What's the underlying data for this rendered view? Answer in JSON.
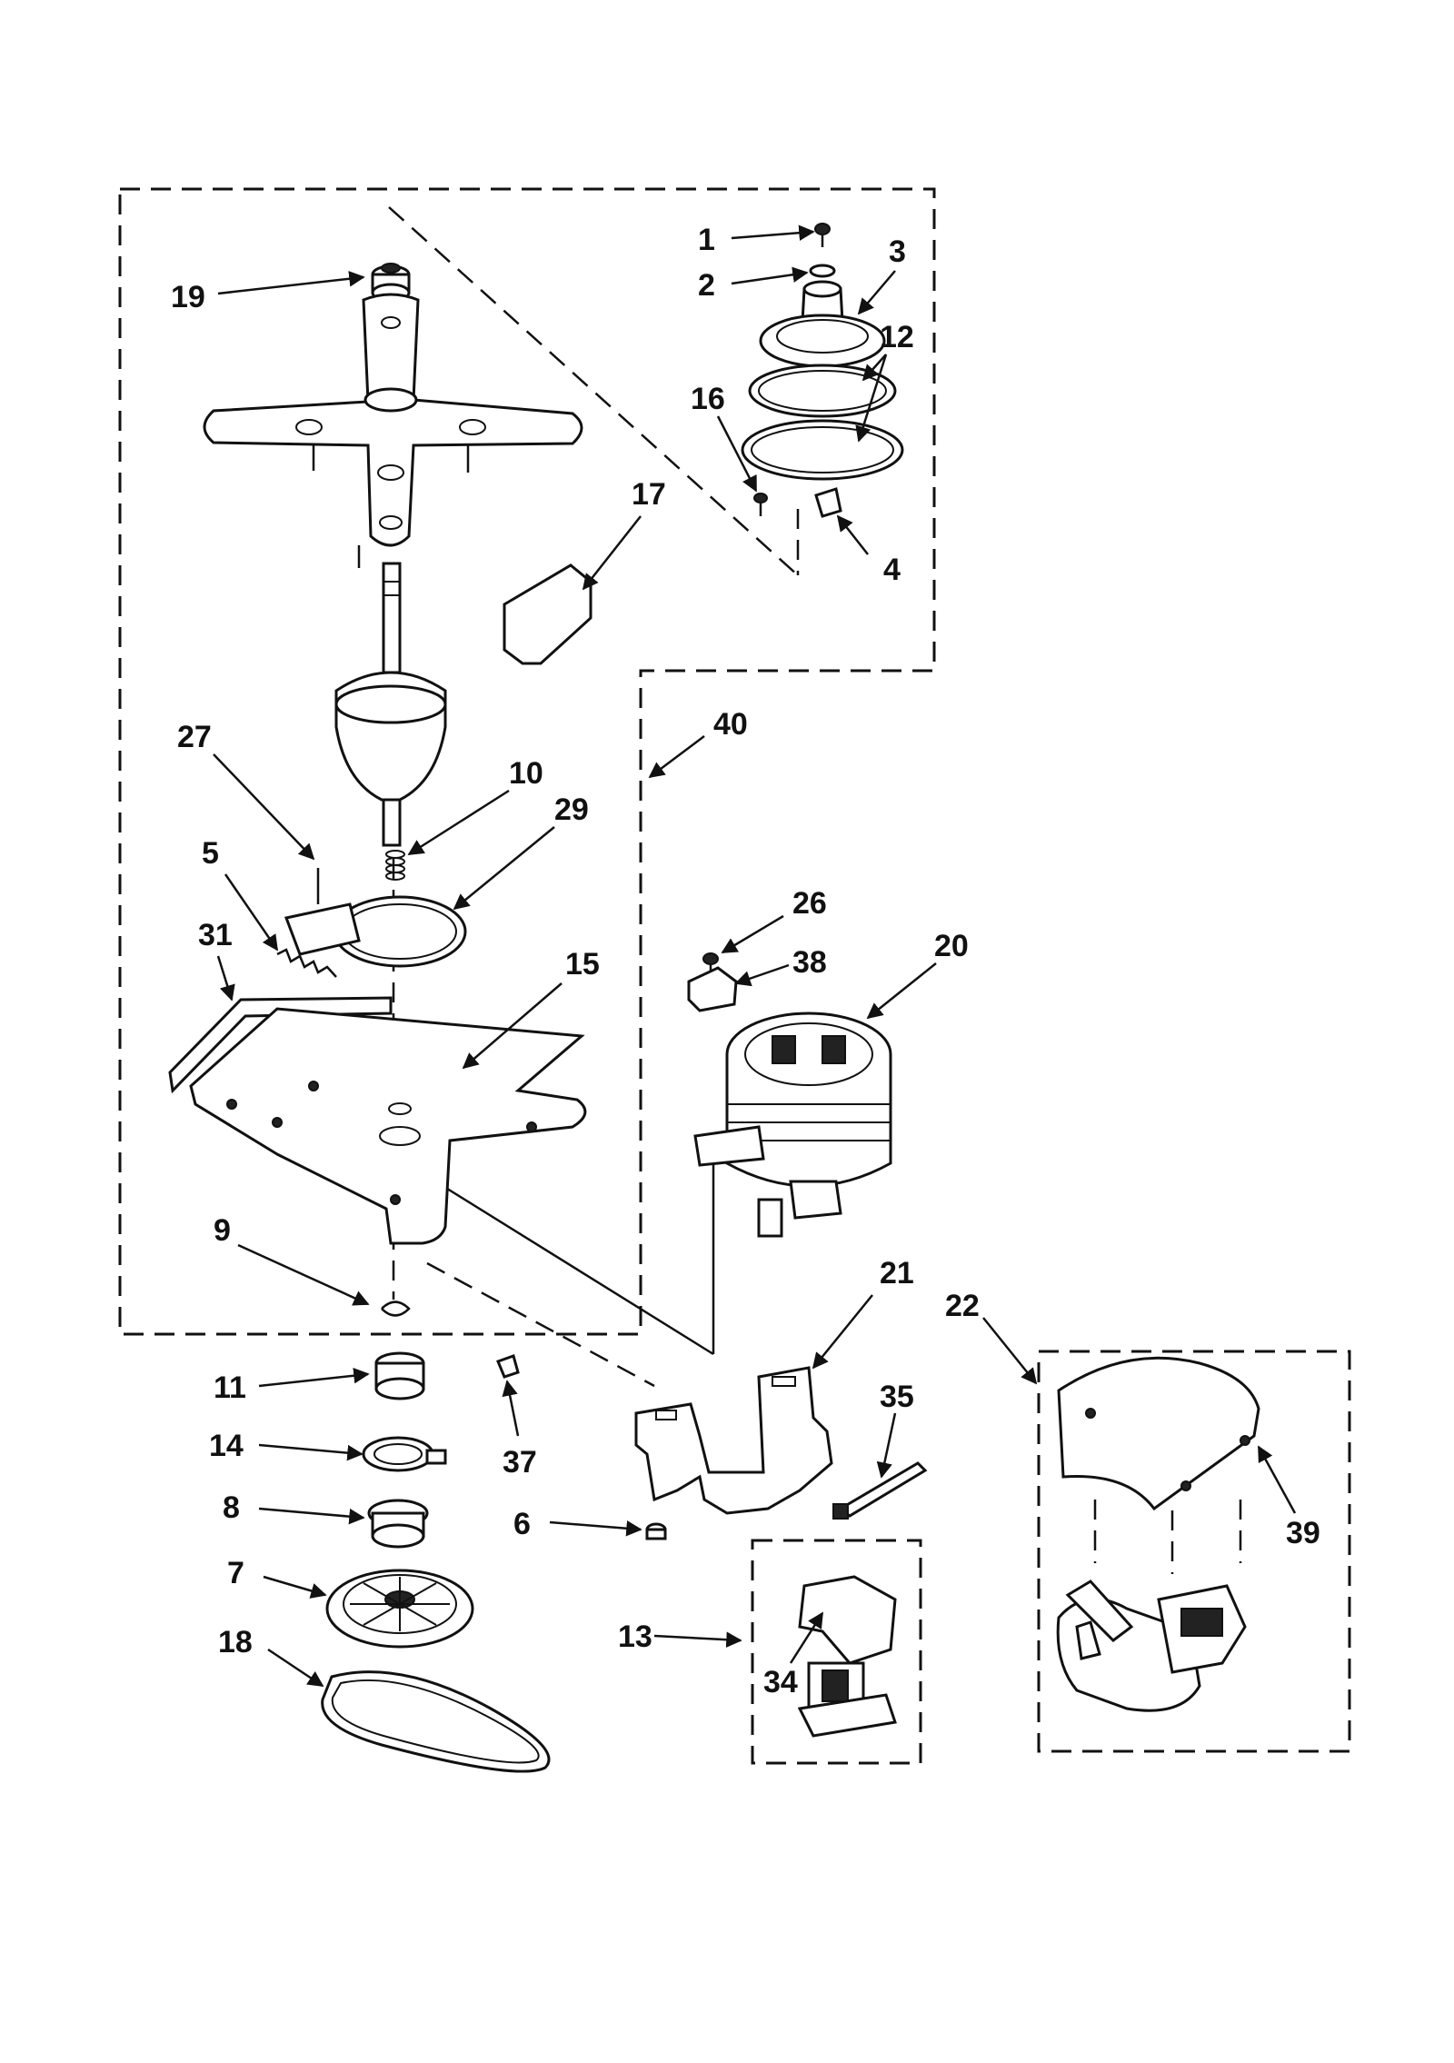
{
  "callouts": {
    "c1": "1",
    "c2": "2",
    "c3": "3",
    "c4": "4",
    "c5": "5",
    "c6": "6",
    "c7": "7",
    "c8": "8",
    "c9": "9",
    "c10": "10",
    "c11": "11",
    "c12": "12",
    "c13": "13",
    "c14": "14",
    "c15": "15",
    "c16": "16",
    "c17": "17",
    "c18": "18",
    "c19": "19",
    "c20": "20",
    "c21": "21",
    "c22": "22",
    "c26": "26",
    "c27": "27",
    "c29": "29",
    "c31": "31",
    "c34": "34",
    "c35": "35",
    "c37": "37",
    "c38": "38",
    "c39": "39",
    "c40": "40"
  },
  "colors": {
    "ink": "#111111",
    "paper": "#ffffff"
  }
}
